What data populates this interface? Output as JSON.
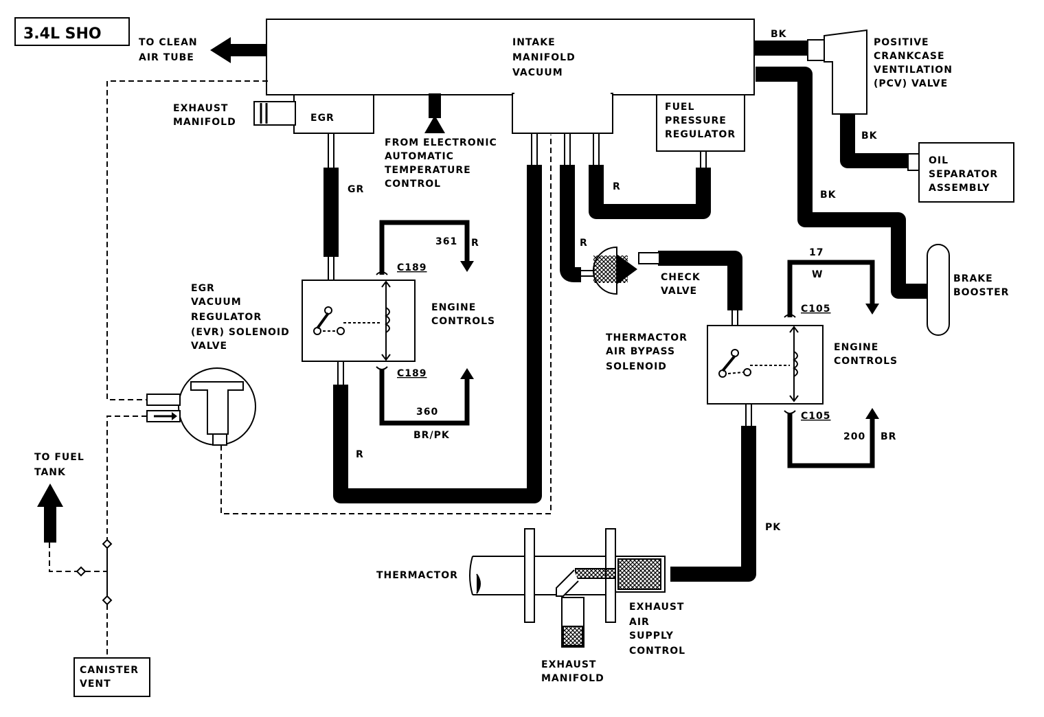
{
  "title": "3.4L SHO",
  "labels": {
    "clean_air_1": "TO CLEAN",
    "clean_air_2": "AIR TUBE",
    "intake_1": "INTAKE",
    "intake_2": "MANIFOLD",
    "intake_3": "VACUUM",
    "exh_man_1": "EXHAUST",
    "exh_man_2": "MANIFOLD",
    "egr": "EGR",
    "eatc_1": "FROM ELECTRONIC",
    "eatc_2": "AUTOMATIC",
    "eatc_3": "TEMPERATURE",
    "eatc_4": "CONTROL",
    "fpr_1": "FUEL",
    "fpr_2": "PRESSURE",
    "fpr_3": "REGULATOR",
    "pcv_1": "POSITIVE",
    "pcv_2": "CRANKCASE",
    "pcv_3": "VENTILATION",
    "pcv_4": "(PCV) VALVE",
    "bk_1": "BK",
    "bk_2": "BK",
    "bk_3": "BK",
    "oil_1": "OIL",
    "oil_2": "SEPARATOR",
    "oil_3": "ASSEMBLY",
    "brake_1": "BRAKE",
    "brake_2": "BOOSTER",
    "gr": "GR",
    "r_1": "R",
    "r_2": "R",
    "r_3": "R",
    "r_4": "R",
    "w361": "361",
    "c189_top": "C189",
    "c189_bot": "C189",
    "w360": "360",
    "brpk": "BR/PK",
    "eng_ctrl_1a": "ENGINE",
    "eng_ctrl_1b": "CONTROLS",
    "evr_1": "EGR",
    "evr_2": "VACUUM",
    "evr_3": "REGULATOR",
    "evr_4": "(EVR) SOLENOID",
    "evr_5": "VALVE",
    "check_1": "CHECK",
    "check_2": "VALVE",
    "w17": "17",
    "w_w": "W",
    "c105_top": "C105",
    "c105_bot": "C105",
    "w200": "200",
    "br": "BR",
    "eng_ctrl_2a": "ENGINE",
    "eng_ctrl_2b": "CONTROLS",
    "tab_1": "THERMACTOR",
    "tab_2": "AIR BYPASS",
    "tab_3": "SOLENOID",
    "pk": "PK",
    "thermactor": "THERMACTOR",
    "easc_1": "EXHAUST",
    "easc_2": "AIR",
    "easc_3": "SUPPLY",
    "easc_4": "CONTROL",
    "exh_man2_1": "EXHAUST",
    "exh_man2_2": "MANIFOLD",
    "fuel_tank_1": "TO FUEL",
    "fuel_tank_2": "TANK",
    "canister_1": "CANISTER",
    "canister_2": "VENT"
  }
}
